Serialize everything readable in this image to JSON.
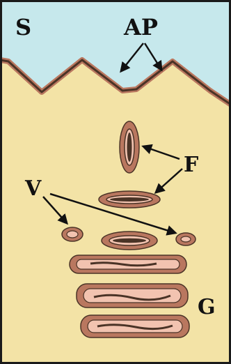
{
  "labels": {
    "s": "S",
    "ap": "AP",
    "f": "F",
    "v": "V",
    "g": "G"
  },
  "colors": {
    "space": "#c6e8ec",
    "cytoplasm": "#f3e3a6",
    "membrane_outer": "#b9775f",
    "membrane_dark": "#4a3326",
    "organelle_lumen": "#f2c3b0",
    "border": "#1a1a1a",
    "text": "#111111"
  }
}
